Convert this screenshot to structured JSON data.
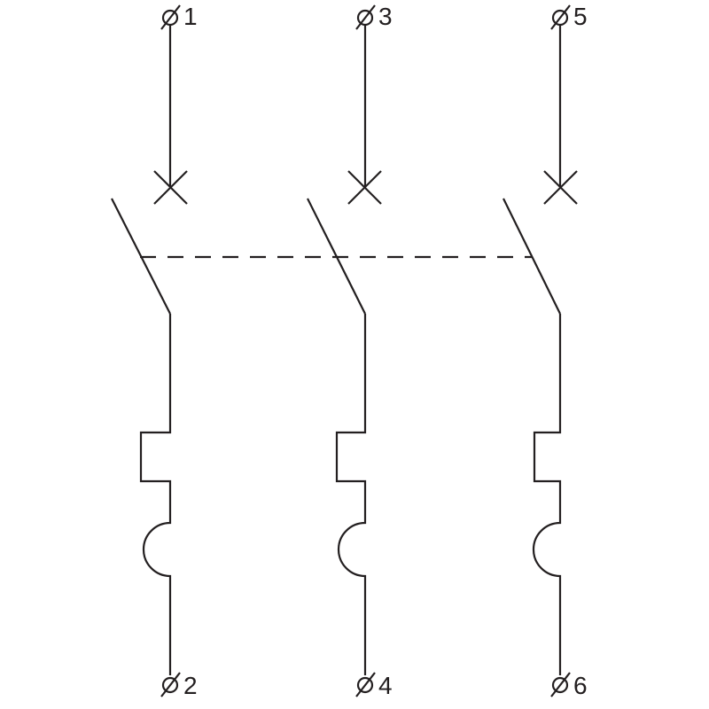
{
  "diagram": {
    "description_type": "three-pole circuit breaker schematic",
    "line_color": "#231f20",
    "background": "#ffffff",
    "poles": [
      {
        "top_label": "1",
        "bottom_label": "2"
      },
      {
        "top_label": "3",
        "bottom_label": "4"
      },
      {
        "top_label": "5",
        "bottom_label": "6"
      }
    ]
  }
}
